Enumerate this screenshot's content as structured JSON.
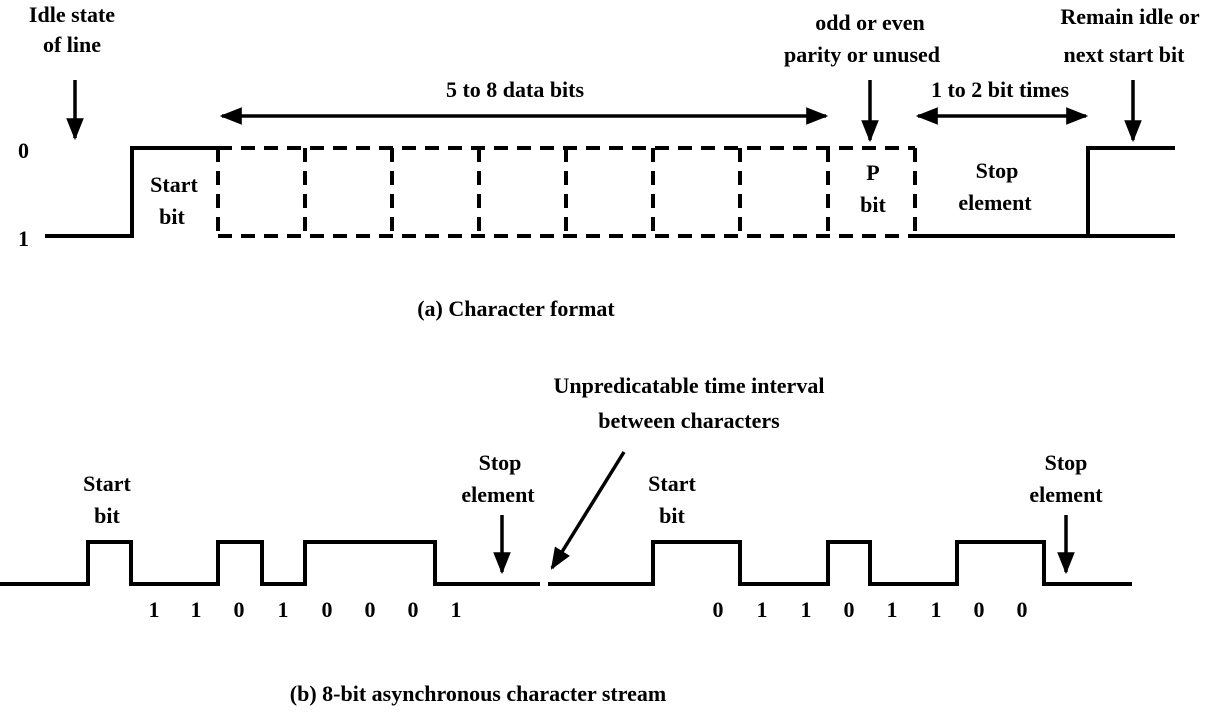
{
  "part_a": {
    "level_zero": "0",
    "level_one": "1",
    "idle": {
      "line1": "Idle state",
      "line2": "of line"
    },
    "data_bits": "5 to 8 data bits",
    "parity_note": {
      "line1": "odd or even",
      "line2": "parity or unused"
    },
    "stop_time": "1 to 2 bit times",
    "remain": {
      "line1": "Remain idle or",
      "line2": "next start bit"
    },
    "start_bit": {
      "line1": "Start",
      "line2": "bit"
    },
    "parity_bit": {
      "line1": "P",
      "line2": "bit"
    },
    "stop_element": {
      "line1": "Stop",
      "line2": "element"
    },
    "caption": "(a) Character format"
  },
  "part_b": {
    "char1": {
      "start": {
        "line1": "Start",
        "line2": "bit"
      },
      "stop": {
        "line1": "Stop",
        "line2": "element"
      },
      "bits": [
        "1",
        "1",
        "0",
        "1",
        "0",
        "0",
        "0",
        "1"
      ]
    },
    "interval": {
      "line1": "Unpredicatable time interval",
      "line2": "between characters"
    },
    "char2": {
      "start": {
        "line1": "Start",
        "line2": "bit"
      },
      "stop": {
        "line1": "Stop",
        "line2": "element"
      },
      "bits": [
        "0",
        "1",
        "1",
        "0",
        "1",
        "1",
        "0",
        "0"
      ]
    },
    "caption": "(b) 8-bit asynchronous character stream"
  }
}
